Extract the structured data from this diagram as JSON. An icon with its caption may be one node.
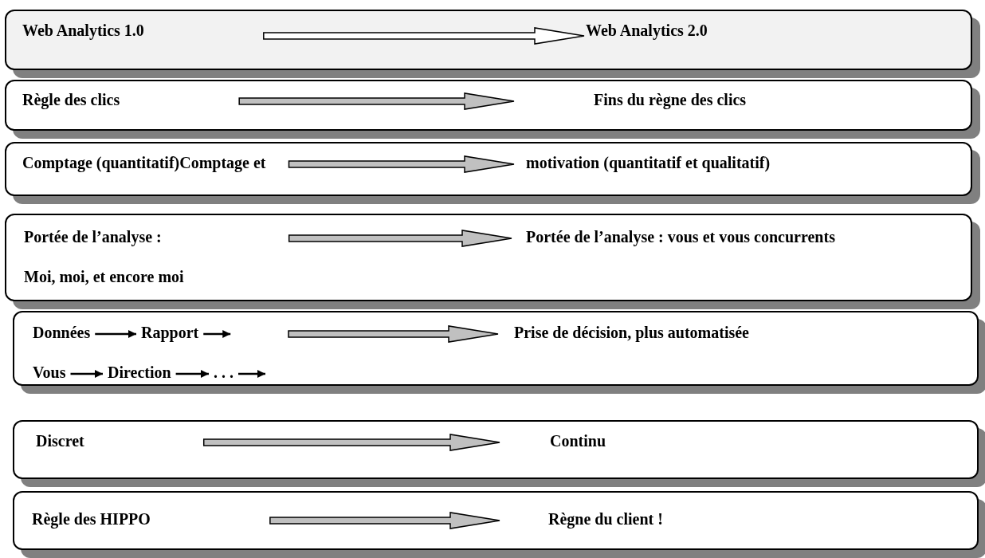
{
  "diagram": {
    "nodes": [
      {
        "text": [],
        "shape": "box"
      },
      {
        "text": [
          "Web Analytics 1.0"
        ],
        "in": 0
      },
      {
        "text": [
          "Web Analytics 2.0"
        ],
        "in": 0
      },
      {
        "text": [],
        "shape": "box"
      },
      {
        "text": [
          "Règle des clics"
        ],
        "in": 3
      },
      {
        "text": [
          "Fins du règne des clics"
        ],
        "in": 3
      },
      {
        "text": [],
        "shape": "box"
      },
      {
        "text": [
          "Comptage (quantitatif)Comptage et"
        ],
        "in": 6
      },
      {
        "text": [
          "motivation (quantitatif et qualitatif)"
        ],
        "in": 6
      },
      {
        "text": [],
        "shape": "box"
      },
      {
        "text": [
          "Portée de l’analyse :",
          "Moi, moi, et encore moi"
        ],
        "in": 9
      },
      {
        "text": [
          "Portée de l’analyse : vous et vous concurrents"
        ],
        "in": 9
      },
      {
        "text": [],
        "shape": "box"
      },
      {
        "text": [
          "Données"
        ],
        "in": 12
      },
      {
        "text": [
          "Rapport"
        ],
        "in": 12
      },
      {
        "text": [
          "Vous"
        ],
        "in": 12
      },
      {
        "text": [
          "Direction"
        ],
        "in": 12
      },
      {
        "text": [
          ". . ."
        ],
        "in": 12
      },
      {
        "text": [
          "Prise de décision, plus automatisée"
        ],
        "in": 12
      },
      {
        "text": [],
        "shape": "box"
      },
      {
        "text": [
          "Discret"
        ],
        "in": 19
      },
      {
        "text": [
          "Continu"
        ],
        "in": 19
      },
      {
        "text": [],
        "shape": "box"
      },
      {
        "text": [
          "Règle des HIPPO"
        ],
        "in": 22
      },
      {
        "text": [
          "Règne du client !"
        ],
        "in": 22
      }
    ],
    "edges": [
      {
        "from": 1,
        "to": 2,
        "arrow": "to",
        "style": "thick",
        "color": "#ffffff"
      },
      {
        "from": 4,
        "to": 5,
        "arrow": "to",
        "style": "thick"
      },
      {
        "from": 7,
        "to": 8,
        "arrow": "to",
        "style": "thick"
      },
      {
        "from": 10,
        "to": 11,
        "arrow": "to",
        "style": "thick"
      },
      {
        "from": 13,
        "to": 14,
        "arrow": "to",
        "color": "#000000"
      },
      {
        "from": 14,
        "to": null,
        "arrow": "to",
        "color": "#000000"
      },
      {
        "from": 15,
        "to": 16,
        "arrow": "to",
        "color": "#000000"
      },
      {
        "from": 16,
        "to": 17,
        "arrow": "to",
        "color": "#000000"
      },
      {
        "from": 17,
        "to": null,
        "arrow": "to",
        "color": "#000000"
      },
      {
        "from": null,
        "to": 18,
        "arrow": "to",
        "style": "thick"
      },
      {
        "from": 20,
        "to": 21,
        "arrow": "to",
        "style": "thick"
      },
      {
        "from": 23,
        "to": 24,
        "arrow": "to",
        "style": "thick"
      }
    ]
  }
}
